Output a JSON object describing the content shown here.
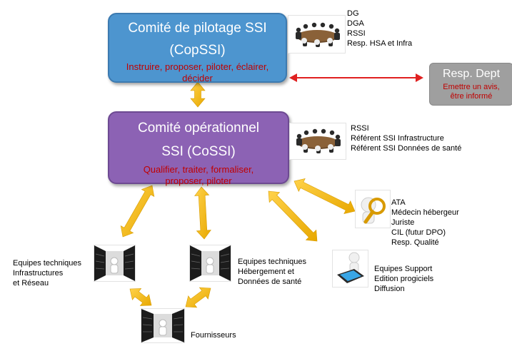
{
  "copssi": {
    "title_line1": "Comité de pilotage SSI",
    "title_line2": "(CopSSI)",
    "subtitle_line1": "Instruire, proposer, piloter, éclairer,",
    "subtitle_line2": "décider",
    "members": [
      "DG",
      "DGA",
      "RSSI",
      "Resp. HSA et Infra"
    ]
  },
  "cossi": {
    "title_line1": "Comité opérationnel",
    "title_line2": "SSI (CoSSI)",
    "subtitle_line1": "Qualifier, traiter, formaliser,",
    "subtitle_line2": "proposer, piloter",
    "members": [
      "RSSI",
      "Référent SSI Infrastructure",
      "Référent SSI Données de santé"
    ]
  },
  "resp_dept": {
    "title": "Resp. Dept",
    "subtitle_line1": "Emettre un avis,",
    "subtitle_line2": "être informé"
  },
  "experts": {
    "members": [
      "ATA",
      "Médecin hébergeur",
      "Juriste",
      "CIL (futur DPO)",
      "Resp. Qualité"
    ]
  },
  "teams": {
    "infra": [
      "Equipes techniques",
      "Infrastructures",
      "et Réseau"
    ],
    "hosting": [
      "Equipes techniques",
      "Hébergement et",
      "Données de santé"
    ],
    "support": [
      "Equipes Support",
      "Edition progiciels",
      "Diffusion"
    ],
    "suppliers": [
      "Fournisseurs"
    ]
  },
  "colors": {
    "copssi_fill": "#4d95cf",
    "cossi_fill": "#8c62b4",
    "resp_fill": "#9f9f9f",
    "highlight_text": "#c00000",
    "arrow_gold": "#f5b800",
    "arrow_red": "#e02020"
  },
  "icons": {
    "meeting": "meeting-table-icon",
    "magnifier": "magnifier-person-icon",
    "server": "server-room-icon",
    "tablet": "tablet-person-icon"
  }
}
